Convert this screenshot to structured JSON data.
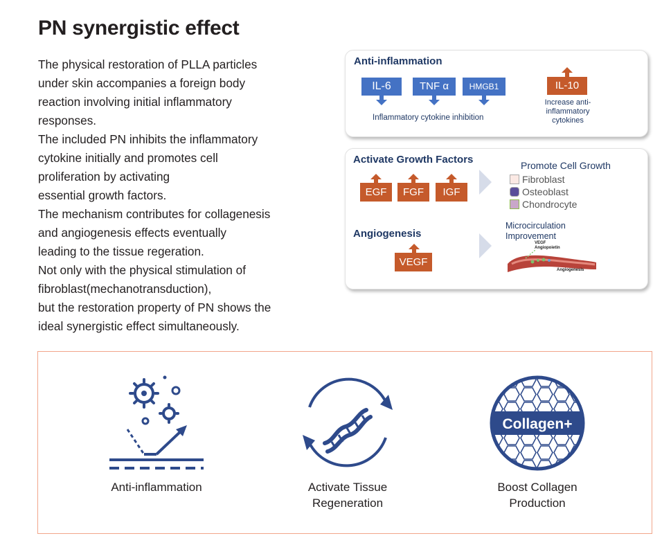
{
  "title": "PN synergistic effect",
  "description_lines": [
    "The physical restoration of PLLA particles",
    "under skin accompanies a foreign body",
    "reaction involving initial inflammatory",
    "responses.",
    "The included PN inhibits the inflammatory",
    "cytokine initially and promotes cell",
    "proliferation by activating",
    "essential growth factors.",
    "The mechanism contributes for collagenesis",
    "and angiogenesis effects eventually",
    "leading to the tissue regeration.",
    "Not only with the physical stimulation of",
    "fibroblast(mechanotransduction),",
    "but the restoration property of PN shows the",
    "ideal synergistic effect simultaneously."
  ],
  "anti_inflammation_card": {
    "heading": "Anti-inflammation",
    "inhibit_boxes": [
      "IL-6",
      "TNF α",
      "HMGB1"
    ],
    "inhibit_caption": "Inflammatory cytokine inhibition",
    "increase_box": "IL-10",
    "increase_caption": [
      "Increase anti-",
      "inflammatory",
      "cytokines"
    ]
  },
  "growth_card": {
    "heading": "Activate Growth Factors",
    "factor_boxes": [
      "EGF",
      "FGF",
      "IGF"
    ],
    "result_heading": "Promote Cell Growth",
    "cells": [
      "Fibroblast",
      "Osteoblast",
      "Chondrocyte"
    ],
    "angio_heading": "Angiogenesis",
    "angio_box": "VEGF",
    "micro_heading": [
      "Microcirculation",
      "Improvement"
    ],
    "vessel_labels": [
      "VEGF",
      "Angiopoietin",
      "Angiogenesis"
    ]
  },
  "benefits": [
    {
      "icon": "anti-inflammation-icon",
      "label_lines": [
        "Anti-inflammation"
      ]
    },
    {
      "icon": "dna-regeneration-icon",
      "label_lines": [
        "Activate Tissue",
        "Regeneration"
      ]
    },
    {
      "icon": "collagen-hexagon-icon",
      "label_lines": [
        "Boost Collagen",
        "Production"
      ],
      "badge": "Collagen+"
    }
  ],
  "colors": {
    "navy": "#1f3864",
    "blue_box": "#4472c4",
    "orange_box": "#c55a2b",
    "icon_blue": "#2e4a8b",
    "panel_border": "#f2a58a"
  }
}
